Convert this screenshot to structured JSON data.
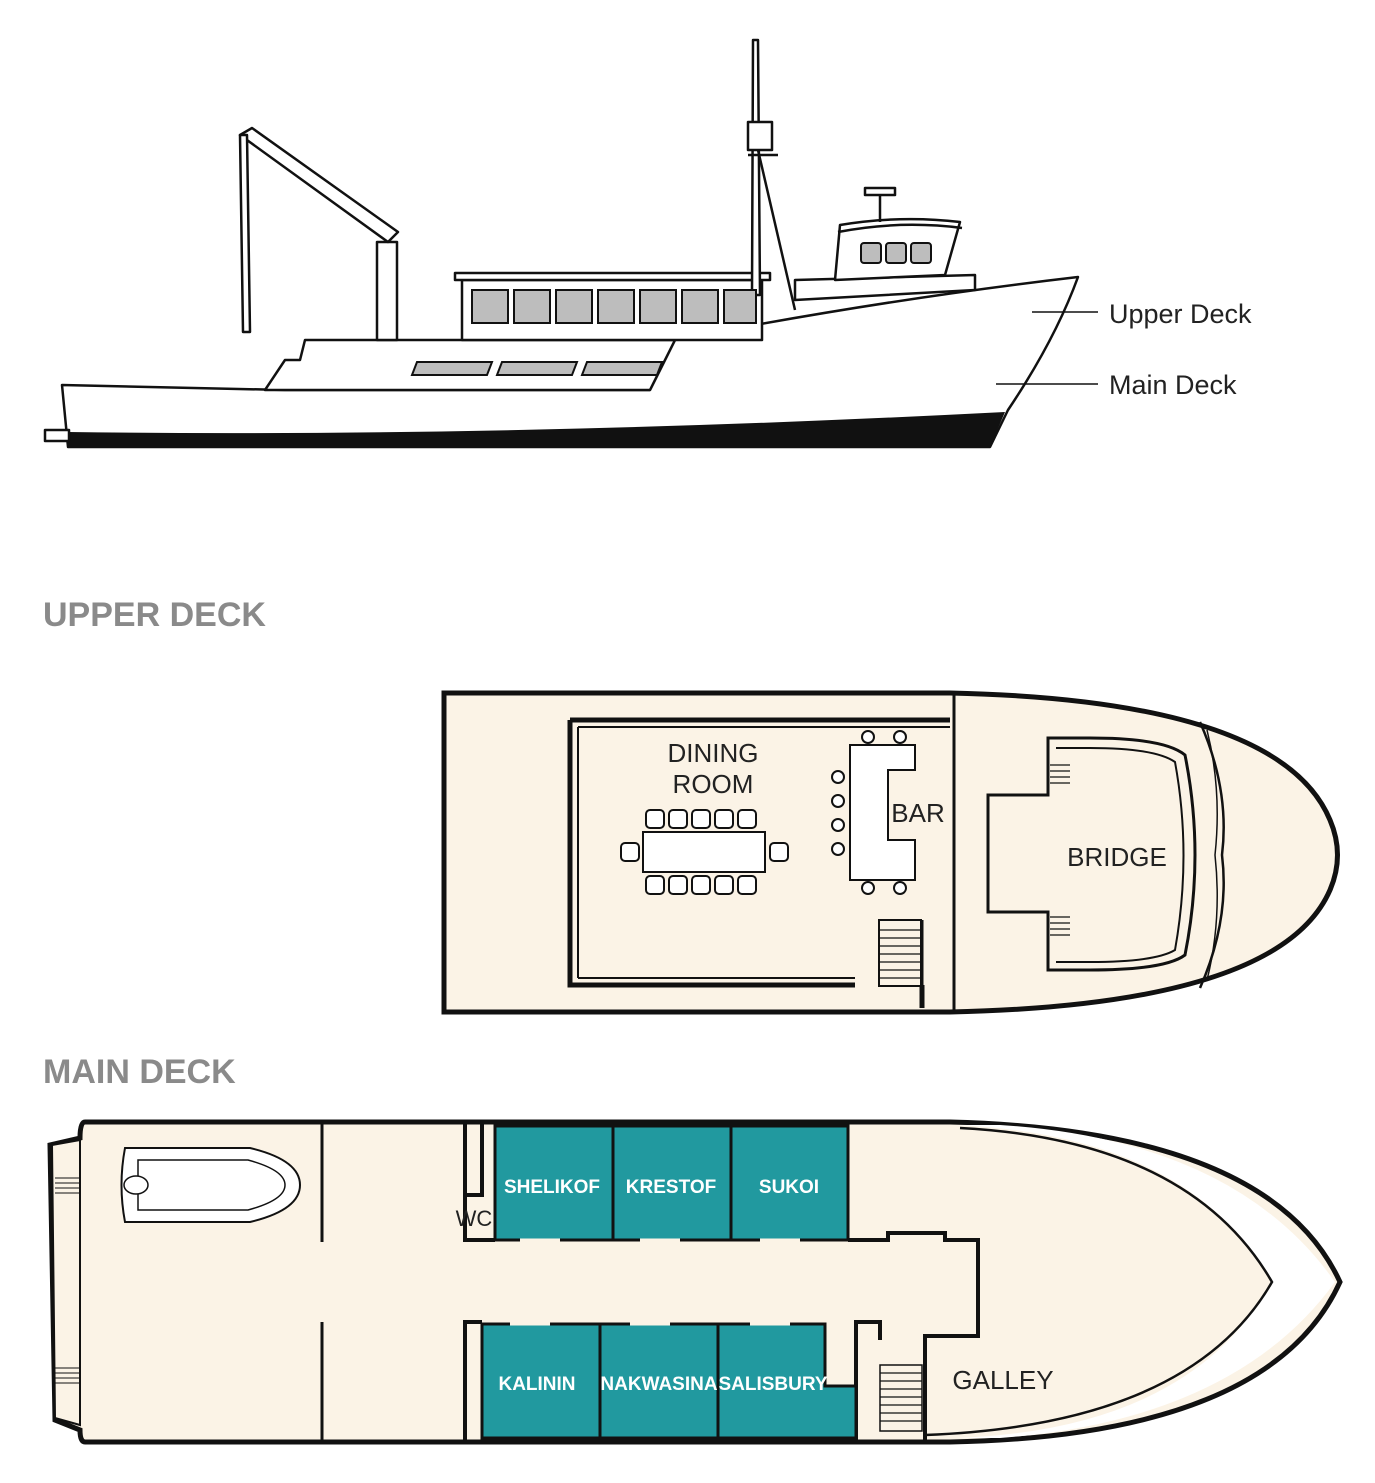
{
  "profile": {
    "upper_deck_label": "Upper Deck",
    "main_deck_label": "Main Deck"
  },
  "upper_deck": {
    "title": "UPPER DECK",
    "rooms": {
      "dining_line1": "DINING",
      "dining_line2": "ROOM",
      "bar": "BAR",
      "bridge": "BRIDGE"
    }
  },
  "main_deck": {
    "title": "MAIN DECK",
    "wc": "WC",
    "galley": "GALLEY",
    "cabins": [
      {
        "name": "SHELIKOF"
      },
      {
        "name": "KRESTOF"
      },
      {
        "name": "SUKOI"
      },
      {
        "name": "KALININ"
      },
      {
        "name": "NAKWASINA"
      },
      {
        "name": "SALISBURY"
      }
    ]
  },
  "colors": {
    "deck_fill": "#fbf3e6",
    "cabin_fill": "#21999f",
    "window_fill": "#bdbdbd",
    "title_gray": "#8a8a8a"
  }
}
